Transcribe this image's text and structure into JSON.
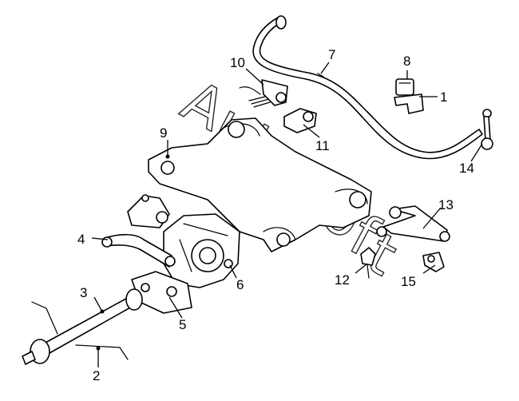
{
  "diagram": {
    "parts": [
      {
        "id": "p1",
        "label": "1"
      },
      {
        "id": "p2",
        "label": "2"
      },
      {
        "id": "p3",
        "label": "3"
      },
      {
        "id": "p4",
        "label": "4"
      },
      {
        "id": "p5",
        "label": "5"
      },
      {
        "id": "p6",
        "label": "6"
      },
      {
        "id": "p7",
        "label": "7"
      },
      {
        "id": "p8",
        "label": "8"
      },
      {
        "id": "p9",
        "label": "9"
      },
      {
        "id": "p10",
        "label": "10"
      },
      {
        "id": "p11",
        "label": "11"
      },
      {
        "id": "p12",
        "label": "12"
      },
      {
        "id": "p13",
        "label": "13"
      },
      {
        "id": "p14",
        "label": "14"
      },
      {
        "id": "p15",
        "label": "15"
      }
    ],
    "watermark": "AutoSoft"
  }
}
